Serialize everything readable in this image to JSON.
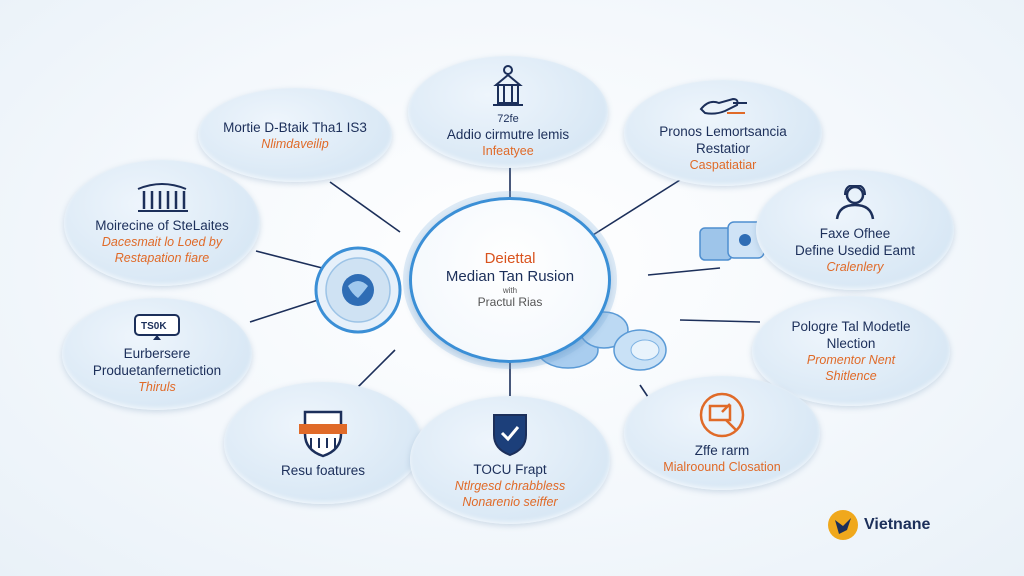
{
  "center": {
    "line1": "Deiettal",
    "line2": "Median Tan Rusion",
    "line3": "with",
    "line4": "Practul Rias"
  },
  "nodes": [
    {
      "id": "top-left",
      "title": "Mortie D-Btaik Tha1 IS3",
      "subtitle": "Nlimdaveilip",
      "icon": "none"
    },
    {
      "id": "top",
      "code": "72fe",
      "title": "Addio cirmutre lemis",
      "subtitle": "Infeatyee",
      "icon": "monument-icon"
    },
    {
      "id": "top-right",
      "title": "Pronos Lemortsancia",
      "title2": "Restatior",
      "subtitle": "Caspatiatiar",
      "icon": "hand-icon"
    },
    {
      "id": "left-upper",
      "title": "Moirecine of SteLaites",
      "subtitle": "Dacesmait lo Loed by",
      "subtitle2": "Restapation fiare",
      "icon": "building-icon"
    },
    {
      "id": "right-upper",
      "title": "Faxe Ofhee",
      "title2": "Define Usedid Eamt",
      "subtitle": "Cralenlery",
      "icon": "support-icon"
    },
    {
      "id": "left-lower",
      "title": "Eurbersere",
      "title2": "Produetanfernetiction",
      "subtitle": "Thiruls",
      "icon": "badge-icon"
    },
    {
      "id": "right-lower",
      "title": "Pologre Tal Modetle",
      "title2": "Nlection",
      "subtitle": "Promentor Nent",
      "subtitle2": "Shitlence",
      "icon": "none"
    },
    {
      "id": "bottom-left",
      "title": "Resu foatures",
      "icon": "shield-icon"
    },
    {
      "id": "bottom",
      "title": "TOCU Frapt",
      "subtitle": "Ntlrgesd chrabbless",
      "subtitle2": "Nonarenio seiffer",
      "icon": "shield-check-icon"
    },
    {
      "id": "bottom-right",
      "title": "Zffe rarm",
      "subtitle": "Mialroound Closation",
      "icon": "tools-icon"
    }
  ],
  "brand": {
    "name": "Vietnane"
  },
  "colors": {
    "accent_blue": "#3b8fd6",
    "accent_orange": "#e06a28",
    "navy": "#1c2f5a",
    "node_fill": "#d9e8f5"
  }
}
